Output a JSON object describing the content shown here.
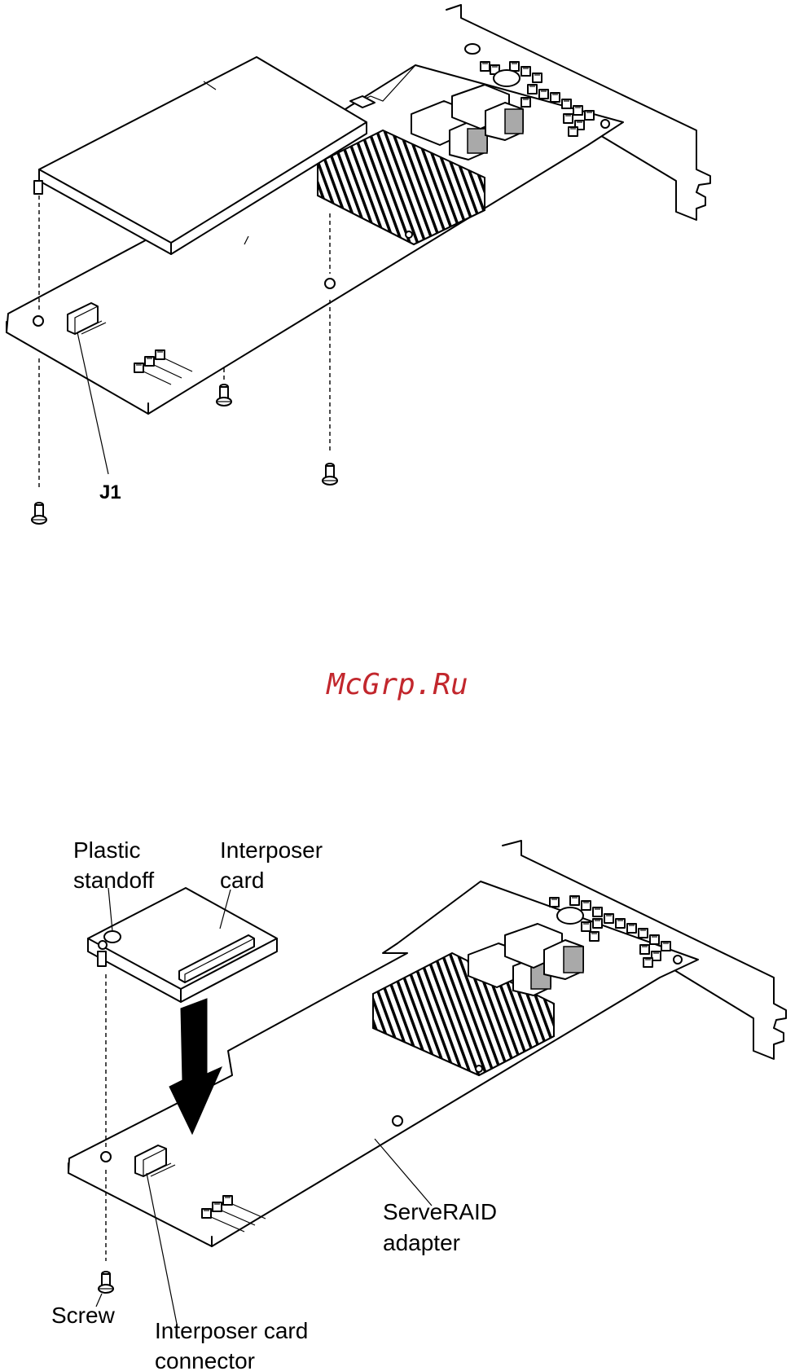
{
  "figure1": {
    "label_j1": "J1"
  },
  "watermark": {
    "text": "McGrp.Ru"
  },
  "figure2": {
    "label_plastic_standoff_line1": "Plastic",
    "label_plastic_standoff_line2": "standoff",
    "label_interposer_card_line1": "Interposer",
    "label_interposer_card_line2": "card",
    "label_serveraid_line1": "ServeRAID",
    "label_serveraid_line2": "adapter",
    "label_screw": "Screw",
    "label_connector_line1": "Interposer card",
    "label_connector_line2": "connector"
  }
}
